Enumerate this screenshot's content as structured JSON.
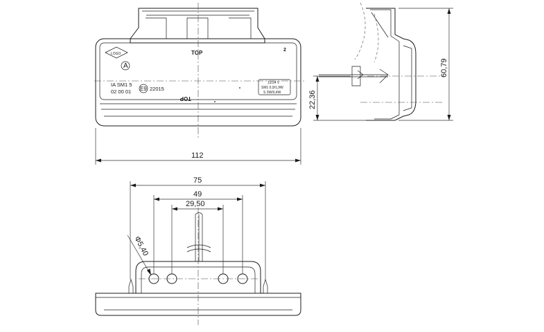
{
  "dimensions": {
    "overall_width": "112",
    "height_total": "60,79",
    "height_partial": "22,36",
    "hole_spacing_outer": "75",
    "hole_spacing_mid": "49",
    "hole_spacing_inner": "29,50",
    "hole_diameter": "Φ5,40"
  },
  "front_view": {
    "top_label": "TOP",
    "top_label_inverted": "TOP",
    "corner_number": "2",
    "approval_mark": "A",
    "code_line1": "IA SM1 5",
    "code_line2": "02 00 01",
    "e_mark": "E9",
    "e_number": "22015",
    "spec_line1": "12/24 V",
    "spec_line2": "SM1 0,9/1,9W",
    "spec_line3": "S 3W/0,4W"
  },
  "colors": {
    "line": "#1a1a1a",
    "background": "#ffffff"
  }
}
